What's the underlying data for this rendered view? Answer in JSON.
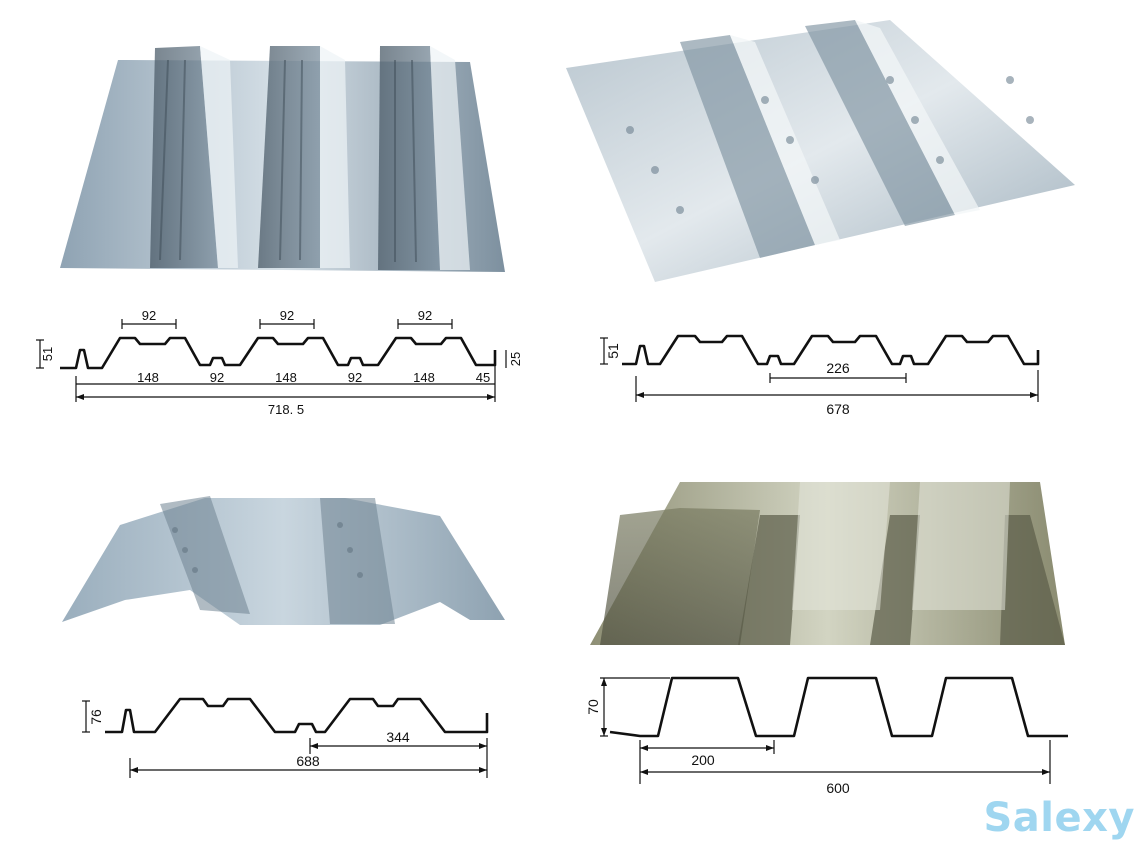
{
  "panels": [
    {
      "id": "p1",
      "dimensions": {
        "height": "51",
        "top_widths": [
          "92",
          "92",
          "92"
        ],
        "bottom": [
          "148",
          "92",
          "148",
          "92",
          "148",
          "45"
        ],
        "edge": "25",
        "total": "718. 5"
      }
    },
    {
      "id": "p2",
      "dimensions": {
        "height": "51",
        "pitch": "226",
        "total": "678"
      }
    },
    {
      "id": "p3",
      "dimensions": {
        "height": "76",
        "pitch": "344",
        "total": "688"
      }
    },
    {
      "id": "p4",
      "dimensions": {
        "height": "70",
        "pitch": "200",
        "total": "600"
      }
    }
  ],
  "watermark": "Salexy",
  "colors": {
    "steel_light": "#c9d6df",
    "steel_dark": "#5d6f7d",
    "olive_light": "#c6c9b4",
    "olive_dark": "#6e6f58",
    "line": "#111111"
  }
}
